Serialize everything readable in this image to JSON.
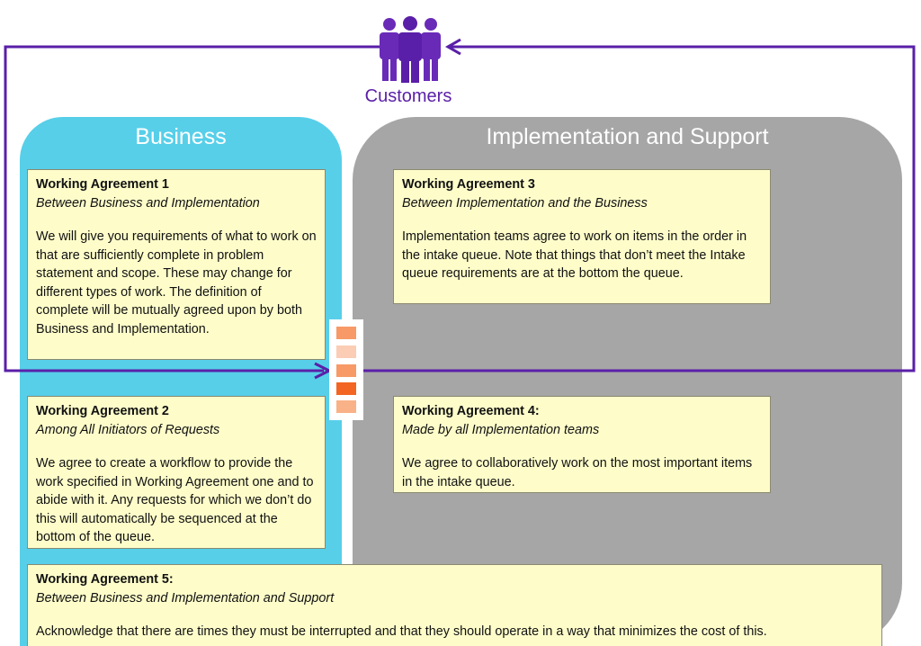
{
  "customers": {
    "icon": "people-group-icon",
    "label": "Customers",
    "color": "#5a1fa8"
  },
  "business_panel": {
    "title": "Business",
    "color": "#57cfe9"
  },
  "impl_panel": {
    "title": "Implementation and Support",
    "color": "#a6a6a6"
  },
  "agreements": [
    {
      "title": "Working Agreement 1",
      "subtitle": "Between Business and Implementation",
      "body": "We will give you requirements of what to work on that are sufficiently complete in problem statement and scope. These may change for different types of work. The definition of complete will be mutually agreed upon by both Business and Implementation."
    },
    {
      "title": "Working Agreement 2",
      "subtitle": "Among All Initiators of Requests",
      "body": "We agree to create a workflow to provide the work specified in Working Agreement one and to abide with it. Any requests for which we don’t do this will automatically be sequenced at the bottom of the queue."
    },
    {
      "title": "Working Agreement 3",
      "subtitle": "Between Implementation and the Business",
      "body": "Implementation teams agree to work on items in the order in the intake queue. Note that things that don’t meet the Intake queue requirements are at the bottom the queue."
    },
    {
      "title": "Working Agreement 4:",
      "subtitle": "Made by all Implementation teams",
      "body": "We agree to collaboratively work on the most important items in the intake queue."
    },
    {
      "title": "Working Agreement 5:",
      "subtitle": "Between Business and Implementation and Support",
      "body": "Acknowledge that there are times they must be interrupted and that they should operate in a way that minimizes the cost of this."
    }
  ],
  "intake_queue": {
    "colors": [
      "#f79a68",
      "#fbcdb4",
      "#f79a68",
      "#f26522",
      "#f9b188"
    ]
  },
  "card_color": "#fefdca"
}
